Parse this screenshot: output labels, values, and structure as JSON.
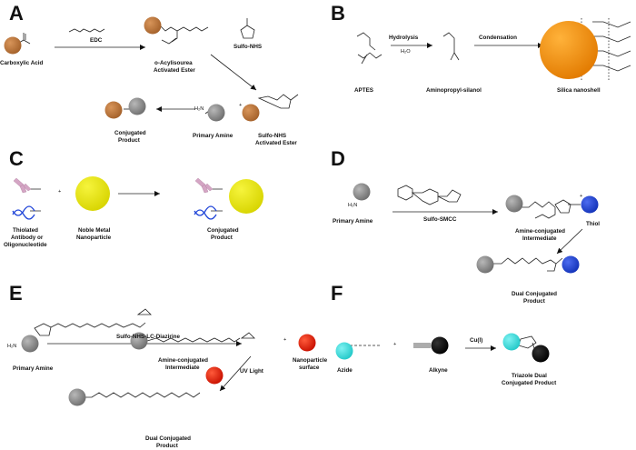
{
  "panels": {
    "A": {
      "letter": "A",
      "reagent": "EDC",
      "start": "Carboxylic Acid",
      "intermediate_1": "o-Acylisourea",
      "intermediate_2": "Activated Ester",
      "sulfo_nhs": "Sulfo-NHS",
      "ester_1": "Sulfo-NHS",
      "ester_2": "Activated Ester",
      "amine": "Primary Amine",
      "product_1": "Conjugated",
      "product_2": "Product"
    },
    "B": {
      "letter": "B",
      "step_1": "Hydrolysis",
      "step_1_sub": "H₂O",
      "step_2": "Condensation",
      "start": "APTES",
      "middle": "Aminopropyl-silanol",
      "product": "Silica nanoshell"
    },
    "C": {
      "letter": "C",
      "thiol_1": "Thiolated",
      "thiol_2": "Antibody or",
      "thiol_3": "Oligonucleotide",
      "metal_1": "Noble Metal",
      "metal_2": "Nanoparticle",
      "product_1": "Conjugated",
      "product_2": "Product"
    },
    "D": {
      "letter": "D",
      "reagent": "Sulfo-SMCC",
      "amine": "Primary Amine",
      "intermediate_1": "Amine-conjugated",
      "intermediate_2": "Intermediate",
      "thiol": "Thiol",
      "product_1": "Dual Conjugated",
      "product_2": "Product"
    },
    "E": {
      "letter": "E",
      "reagent": "Sulfo-NHS-LC-Diazirine",
      "amine": "Primary Amine",
      "intermediate_1": "Amine-conjugated",
      "intermediate_2": "Intermediate",
      "surface_1": "Nanoparticle",
      "surface_2": "surface",
      "light": "UV Light",
      "product_1": "Dual Conjugated",
      "product_2": "Product"
    },
    "F": {
      "letter": "F",
      "azide": "Azide",
      "alkyne": "Alkyne",
      "catalyst": "Cu(I)",
      "product_1": "Triazole Dual",
      "product_2": "Conjugated Product"
    }
  },
  "colors": {
    "carboxyl_particle": "#c27b3a",
    "amine_particle": "#8a8a8a",
    "silica": "#f28c00",
    "gold": "#e8e600",
    "thiol_particle": "#1f44d8",
    "surface_particle": "#e61c0c",
    "azide_particle": "#3fe6e6",
    "alkyne_particle": "#111111"
  }
}
